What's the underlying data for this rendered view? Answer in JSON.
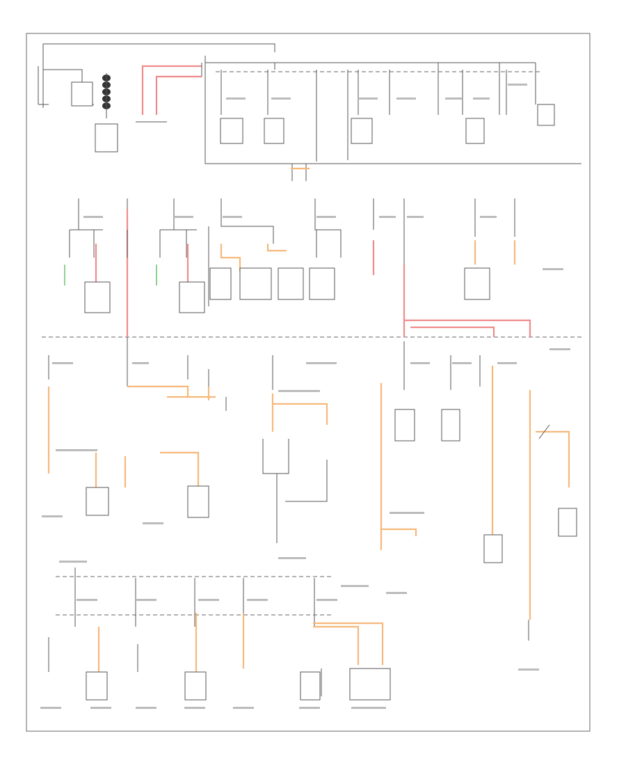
{
  "diagram": {
    "corner_label": "",
    "components": [
      {
        "id": "starter"
      },
      {
        "id": "generator"
      },
      {
        "id": "ecm"
      },
      {
        "id": "fuse-block-1"
      },
      {
        "id": "relay-1"
      },
      {
        "id": "relay-2"
      },
      {
        "id": "relay-3"
      },
      {
        "id": "relay-4"
      },
      {
        "id": "relay-5"
      },
      {
        "id": "relay-6"
      },
      {
        "id": "relay-7"
      },
      {
        "id": "relay-8"
      },
      {
        "id": "lamp-left-1"
      },
      {
        "id": "lamp-left-2"
      },
      {
        "id": "lamp-right-1"
      },
      {
        "id": "lamp-right-2"
      },
      {
        "id": "module-1"
      },
      {
        "id": "module-2"
      },
      {
        "id": "module-3"
      },
      {
        "id": "module-4"
      },
      {
        "id": "module-5"
      },
      {
        "id": "module-6"
      },
      {
        "id": "module-7"
      },
      {
        "id": "module-8"
      },
      {
        "id": "module-9"
      },
      {
        "id": "module-10"
      },
      {
        "id": "module-11"
      },
      {
        "id": "module-12"
      },
      {
        "id": "module-13"
      },
      {
        "id": "module-14"
      },
      {
        "id": "module-15"
      },
      {
        "id": "module-16"
      },
      {
        "id": "module-17"
      }
    ]
  }
}
